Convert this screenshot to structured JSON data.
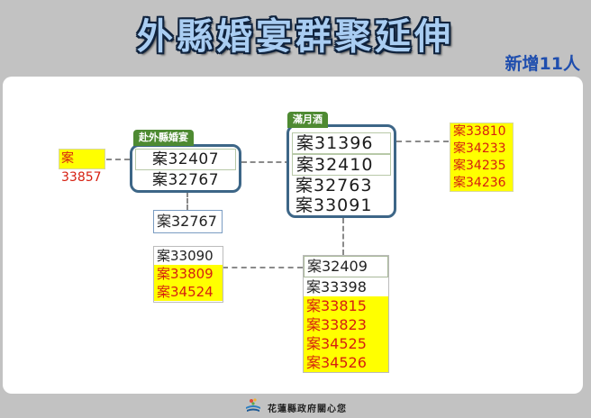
{
  "header": {
    "title": "外縣婚宴群聚延伸",
    "new_count": "新增11人"
  },
  "nodes": {
    "wedding": {
      "label": "赴外縣婚宴",
      "cases": [
        "案32407",
        "案32767"
      ]
    },
    "full_moon": {
      "label": "滿月酒",
      "cases": [
        "案31396",
        "案32410",
        "案32763",
        "案33091"
      ]
    },
    "left_contact": {
      "cases": [
        "案33857"
      ],
      "highlight": [
        true
      ]
    },
    "right_contacts": {
      "cases": [
        "案33810",
        "案34233",
        "案34235",
        "案34236"
      ],
      "highlight": [
        true,
        true,
        true,
        true
      ]
    },
    "below_wedding": {
      "cases": [
        "案32767"
      ]
    },
    "lower_left": {
      "cases": [
        "案33090",
        "案33809",
        "案34524"
      ],
      "highlight": [
        false,
        true,
        true
      ]
    },
    "lower_center": {
      "cases": [
        "案32409",
        "案33398",
        "案33815",
        "案33823",
        "案34525",
        "案34526"
      ],
      "highlight": [
        false,
        false,
        true,
        true,
        true,
        true
      ]
    }
  },
  "colors": {
    "highlight_bg": "#ffff00",
    "highlight_text": "#d61f10",
    "group_border": "#3d6687",
    "tab_bg": "#4e8a32",
    "title_fill": "#a9cdf2",
    "count_text": "#1f4eae"
  },
  "footer": {
    "logo": "hualien-county-logo-icon",
    "text": "花蓮縣政府關心您"
  }
}
